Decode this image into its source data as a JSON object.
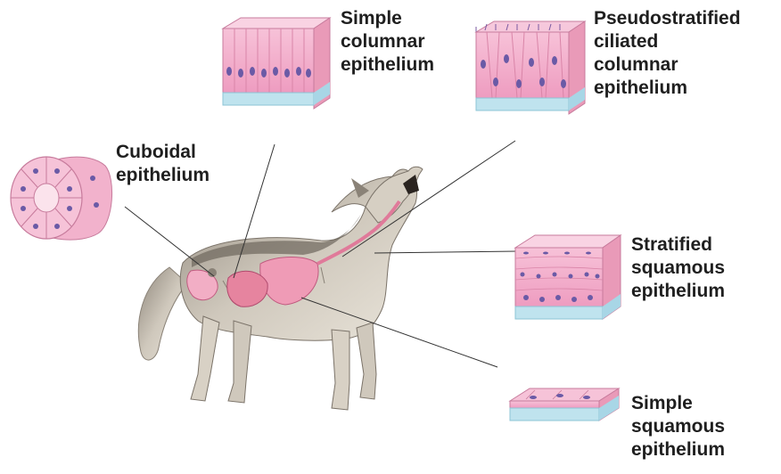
{
  "labels": {
    "simple_columnar": [
      "Simple",
      "columnar",
      "epithelium"
    ],
    "pseudostratified": [
      "Pseudostratified",
      "ciliated",
      "columnar",
      "epithelium"
    ],
    "cuboidal": [
      "Cuboidal",
      "epithelium"
    ],
    "stratified_squamous": [
      "Stratified",
      "squamous",
      "epithelium"
    ],
    "simple_squamous": [
      "Simple",
      "squamous",
      "epithelium"
    ]
  },
  "colors": {
    "tissue_pink": "#f2a9c8",
    "tissue_light": "#f9d3e3",
    "nucleus": "#6a5aa6",
    "basement": "#bfe3ee",
    "wolf_fur": "#c9c2b6",
    "wolf_dark": "#6d665d",
    "organ": "#ef9bb6",
    "leader_line": "#333333"
  }
}
